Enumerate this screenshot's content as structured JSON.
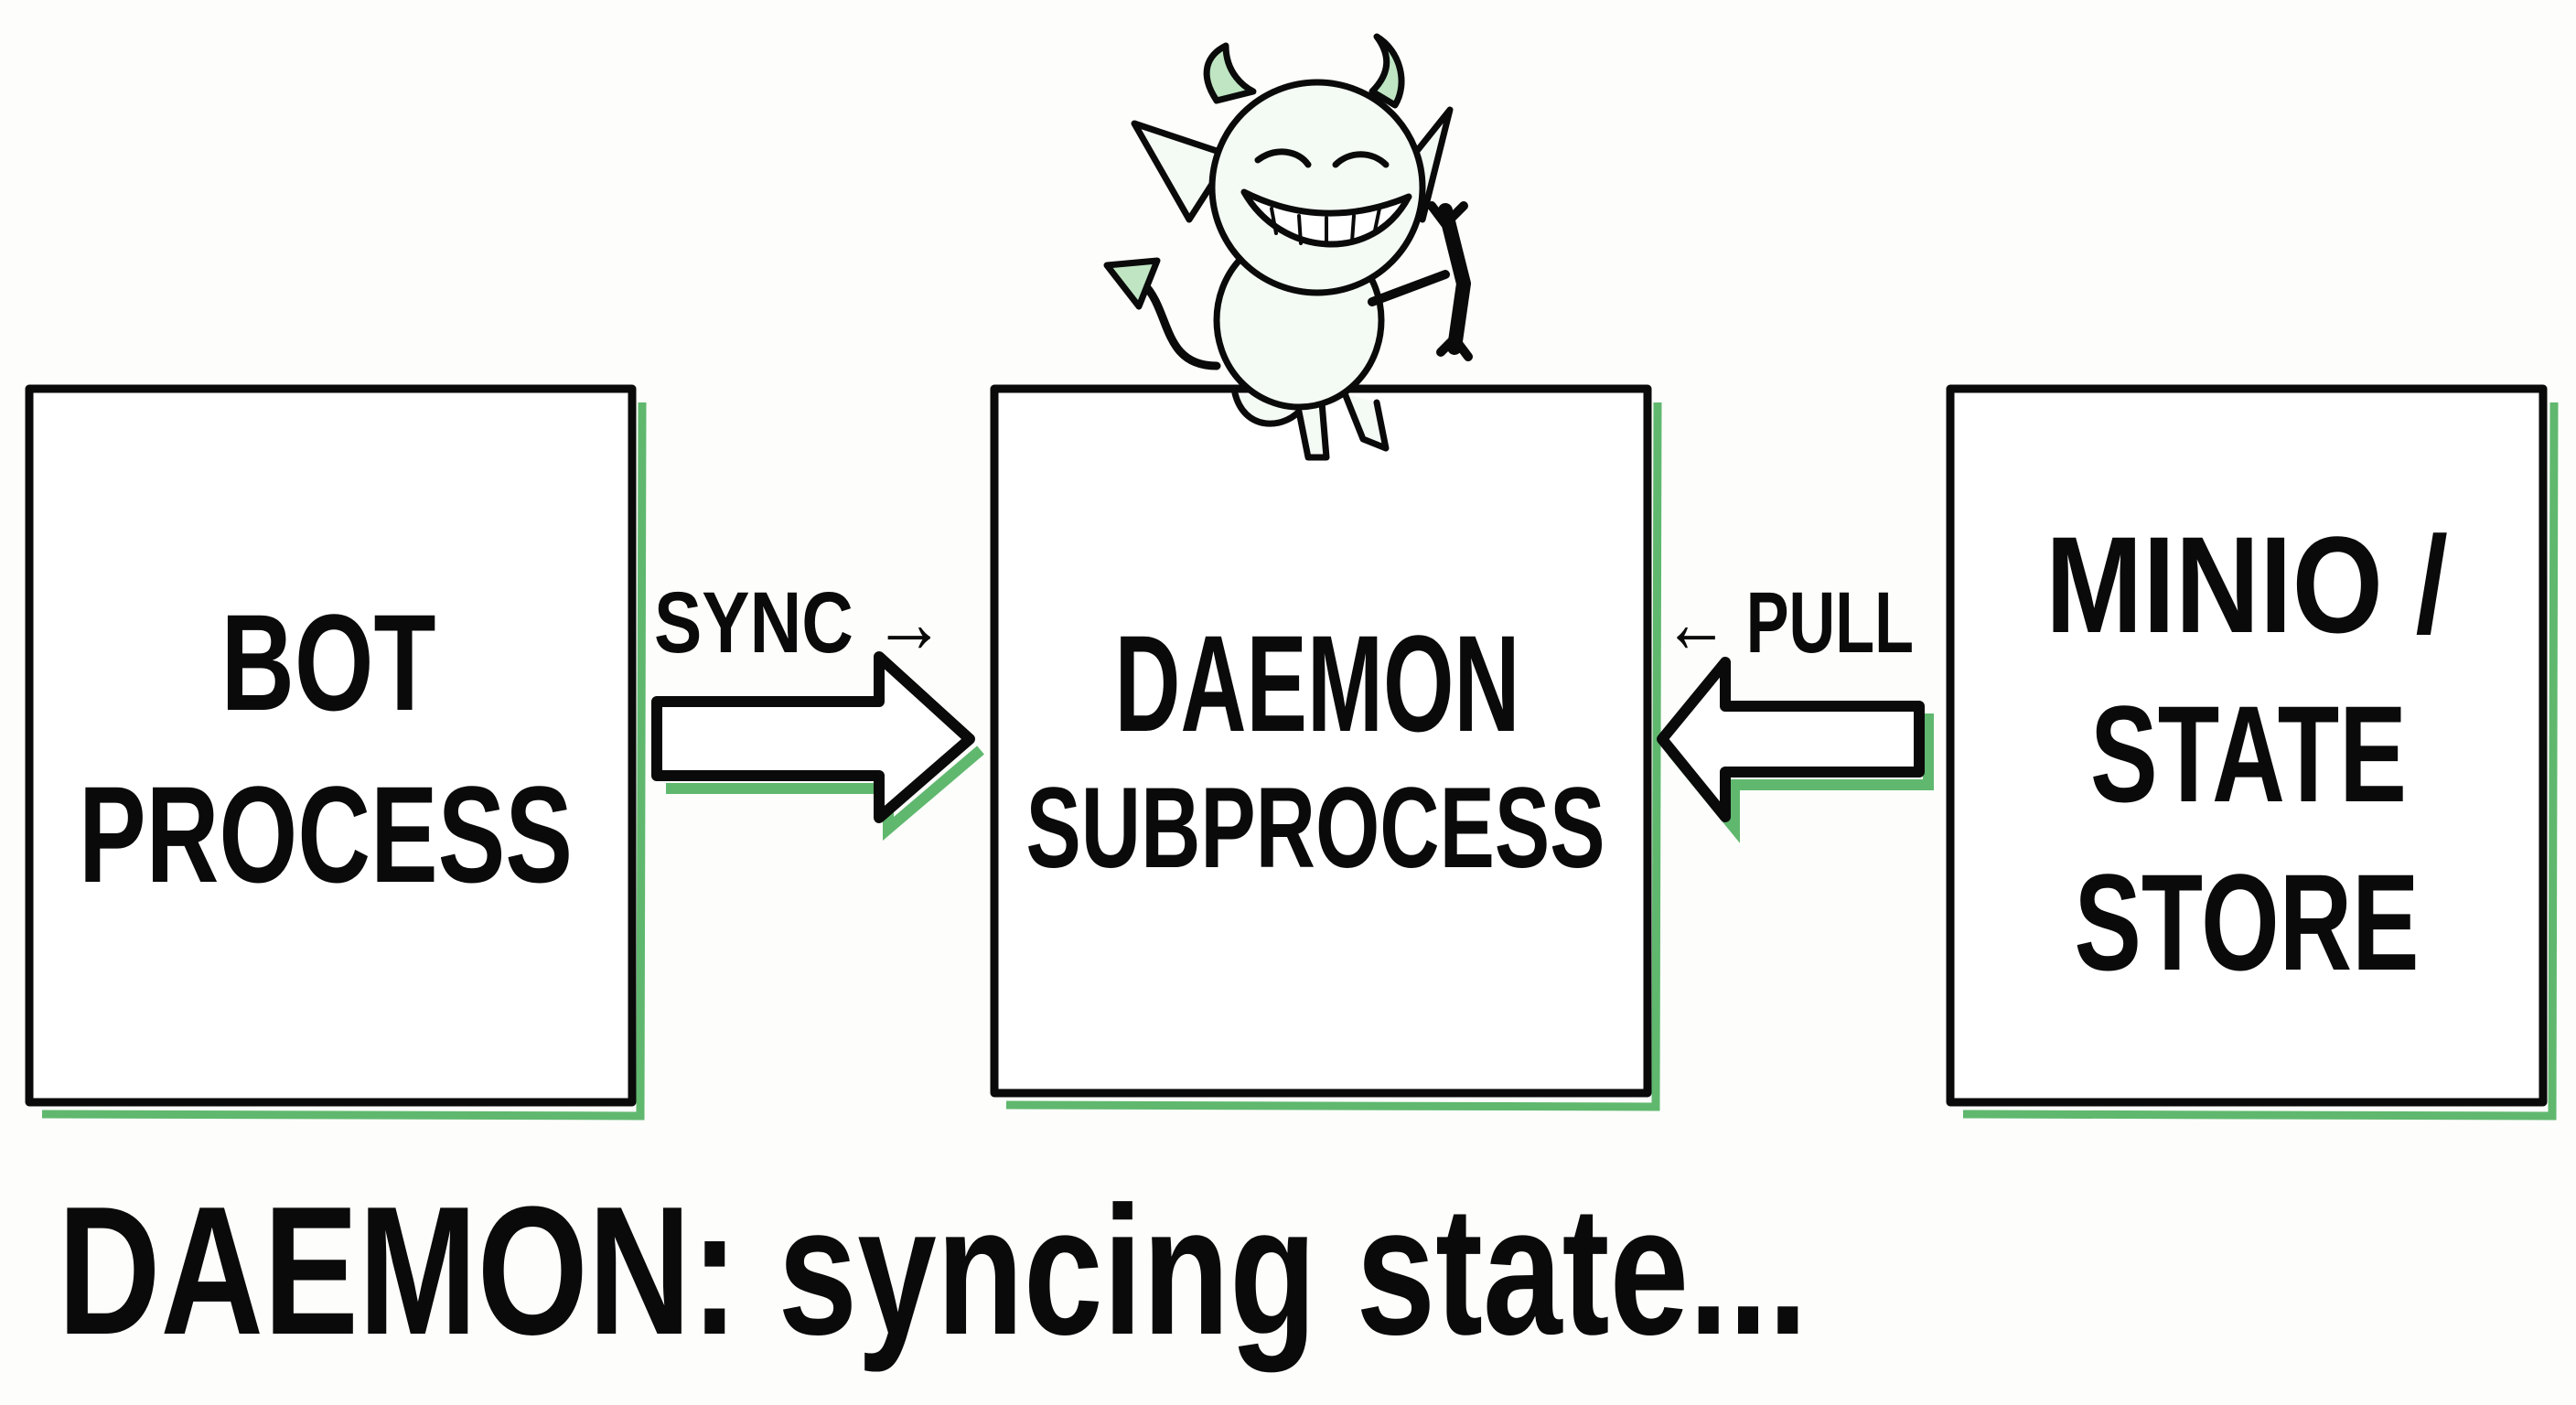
{
  "boxes": {
    "bot": {
      "line1": "BOT",
      "line2": "PROCESS"
    },
    "daemon": {
      "line1": "DAEMON",
      "line2": "SUBPROCESS"
    },
    "store": {
      "line1": "MINIO /",
      "line2": "STATE",
      "line3": "STORE"
    }
  },
  "arrows": {
    "sync_label": "SYNC →",
    "pull_label": "← PULL"
  },
  "status": "DAEMON: syncing state...",
  "colors": {
    "accent": "#5fb86e",
    "ink": "#0a0a0a"
  },
  "mascot_icon": "devil-troll-mascot-with-wrench"
}
